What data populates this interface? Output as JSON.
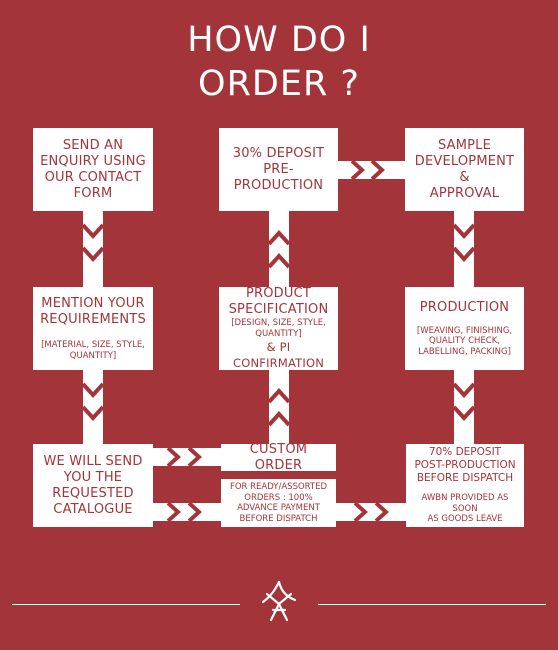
{
  "title_line1": "HOW DO I",
  "title_line2": "ORDER ?",
  "steps": {
    "enquiry": [
      "SEND AN",
      "ENQUIRY USING",
      "OUR CONTACT",
      "FORM"
    ],
    "deposit30": [
      "30% DEPOSIT",
      "PRE-PRODUCTION"
    ],
    "sample": [
      "SAMPLE",
      "DEVELOPMENT",
      "&",
      "APPROVAL"
    ],
    "requirements": {
      "main": [
        "MENTION YOUR",
        "REQUIREMENTS"
      ],
      "detail": [
        "[MATERIAL, SIZE, STYLE,",
        "QUANTITY]"
      ]
    },
    "specification": {
      "main": [
        "PRODUCT",
        "SPECIFICATION"
      ],
      "detail": [
        "[DESIGN, SIZE, STYLE,",
        "QUANTITY]"
      ],
      "confirm": "& PI CONFIRMATION"
    },
    "production": {
      "main": "PRODUCTION",
      "detail": [
        "[WEAVING, FINISHING,",
        "QUALITY CHECK,",
        "LABELLING, PACKING]"
      ]
    },
    "catalogue": [
      "WE WILL SEND",
      "YOU THE",
      "REQUESTED",
      "CATALOGUE"
    ],
    "custom_order": "CUSTOM ORDER",
    "ready_order": [
      "FOR READY/ASSORTED",
      "ORDERS : 100%",
      "ADVANCE PAYMENT",
      "BEFORE DISPATCH"
    ],
    "deposit70": {
      "main": [
        "70% DEPOSIT",
        "POST-PRODUCTION",
        "BEFORE DISPATCH"
      ],
      "note": [
        "AWBN PROVIDED AS SOON",
        "AS GOODS LEAVE"
      ]
    }
  },
  "colors": {
    "background": "#a3353a",
    "box": "#ffffff",
    "text": "#a3353a"
  },
  "logo_icon": "stylized-figure-logo-icon"
}
